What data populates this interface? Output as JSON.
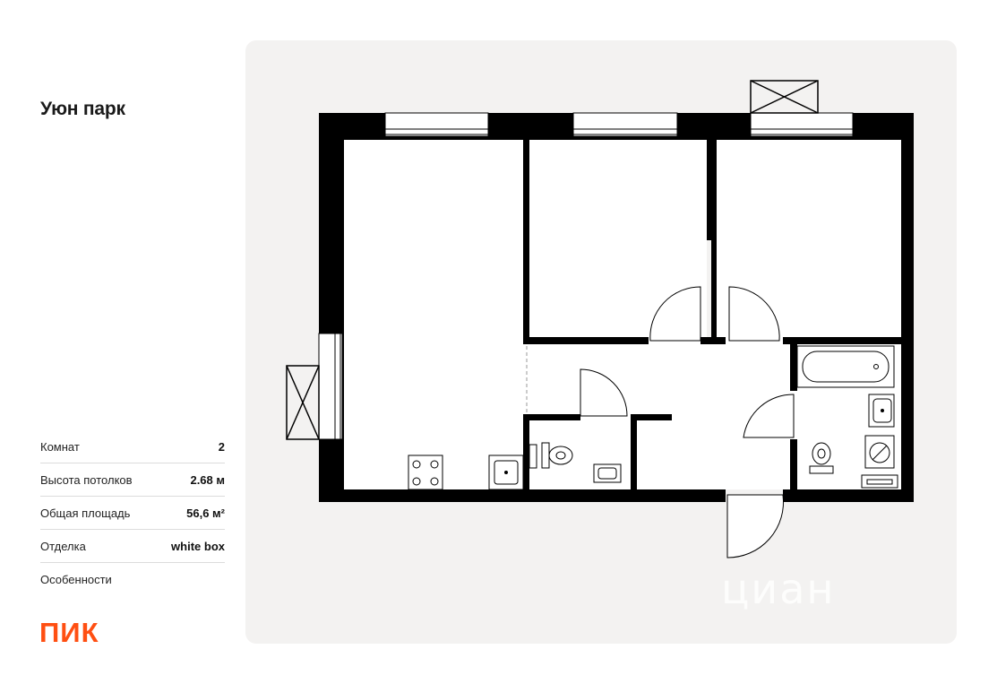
{
  "project": {
    "title": "Уюн парк"
  },
  "specs": [
    {
      "label": "Комнат",
      "value": "2"
    },
    {
      "label": "Высота потолков",
      "value": "2.68 м"
    },
    {
      "label": "Общая площадь",
      "value": "56,6 м²"
    },
    {
      "label": "Отделка",
      "value": "white box"
    },
    {
      "label": "Особенности",
      "value": ""
    }
  ],
  "brand": {
    "logo_text": "ПИК",
    "color": "#ff4f12"
  },
  "watermark": {
    "text": "циан"
  },
  "colors": {
    "wall": "#000000",
    "floor": "#ffffff",
    "card": "#f3f2f1"
  }
}
